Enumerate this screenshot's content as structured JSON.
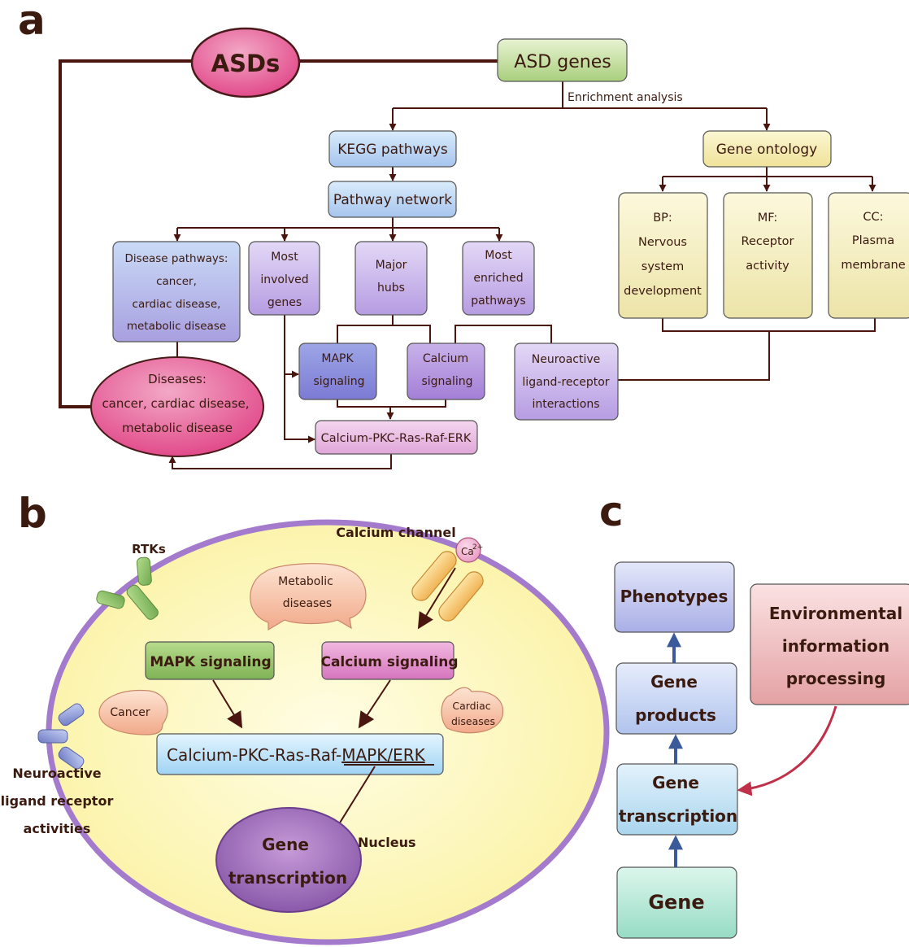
{
  "panels": {
    "a": "a",
    "b": "b",
    "c": "c"
  },
  "a": {
    "asds": "ASDs",
    "asd_genes": "ASD genes",
    "enrichment": "Enrichment analysis",
    "kegg": "KEGG pathways",
    "gene_ontology": "Gene ontology",
    "pathway_network": "Pathway network",
    "disease_pathways": [
      "Disease pathways:",
      "cancer,",
      "cardiac disease,",
      "metabolic disease"
    ],
    "most_involved": [
      "Most",
      "involved",
      "genes"
    ],
    "major_hubs": [
      "Major",
      "hubs"
    ],
    "most_enriched": [
      "Most",
      "enriched",
      "pathways"
    ],
    "bp": [
      "BP:",
      "Nervous",
      "system",
      "development"
    ],
    "mf": [
      "MF:",
      "Receptor",
      "activity"
    ],
    "cc": [
      "CC:",
      "Plasma",
      "membrane"
    ],
    "mapk": [
      "MAPK",
      "signaling"
    ],
    "calcium": [
      "Calcium",
      "signaling"
    ],
    "neuroactive": [
      "Neuroactive",
      "ligand-receptor",
      "interactions"
    ],
    "diseases": [
      "Diseases:",
      "cancer, cardiac disease,",
      "metabolic disease"
    ],
    "cascade": "Calcium-PKC-Ras-Raf-ERK"
  },
  "b": {
    "rtks": "RTKs",
    "calcium_channel": "Calcium channel",
    "ca_ion": "Ca",
    "ca_charge": "2+",
    "metabolic": [
      "Metabolic",
      "diseases"
    ],
    "mapk_signaling": "MAPK signaling",
    "calcium_signaling": "Calcium signaling",
    "cancer": "Cancer",
    "cardiac": [
      "Cardiac",
      "diseases"
    ],
    "cascade_prefix": "Calcium-PKC-Ras-Raf-",
    "cascade_underlined": "MAPK/ERK",
    "neuroactive": [
      "Neuroactive",
      "ligand receptor",
      "activities"
    ],
    "gene_transcription": [
      "Gene",
      "transcription"
    ],
    "nucleus": "Nucleus"
  },
  "c": {
    "phenotypes": "Phenotypes",
    "gene_products": [
      "Gene",
      "products"
    ],
    "environmental": [
      "Environmental",
      "information",
      "processing"
    ],
    "gene_transcription": [
      "Gene",
      "transcription"
    ],
    "gene": "Gene"
  }
}
